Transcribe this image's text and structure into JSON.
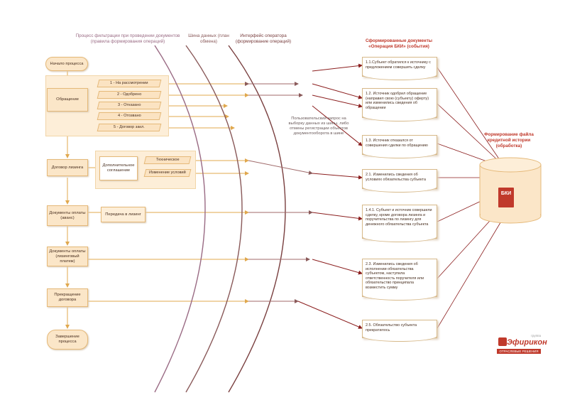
{
  "headers": {
    "filter": "Процесс фильтрации при проведении документов (правила формирования операций)",
    "bus": "Шина данных (план обмена)",
    "operator": "Интерфейс оператора (формирование операций)",
    "docs": "Сформированные документы «Операция БКИ» (события)",
    "bki_file": "Формирование файла кредитной истории (обработка)"
  },
  "flow": {
    "start": "Начало процесса",
    "request": "Обращение",
    "lease": "Договор лизинга",
    "payment_advance": "Документы оплаты (аванс)",
    "payment_lease": "Документы оплаты (лизинговый платеж)",
    "termination": "Прекращение договора",
    "end": "Завершение процесса"
  },
  "statuses": [
    "1 - На рассмотрении",
    "2 - Одобрено",
    "3 - Отказано",
    "4 - Отозвано",
    "5 - Договор закл."
  ],
  "lease_sub": {
    "additional": "Дополнительное соглашение",
    "technical": "Техническое",
    "change": "Изменение условий"
  },
  "transfer": "Передача в лизинг",
  "note": "Пользовательский запрос на выборку данных из шины, либо отмены регистрации объектов документооборота в шине",
  "documents": [
    "1.1.Субъект обратился к источнику с предложением совершить сделку",
    "1.2. Источник одобрил обращение (направил свою (субъекту) оферту) или изменились сведения об обращении",
    "1.3. Источник отказался от совершения сделки по обращению",
    "2.1. Изменились сведения об условиях обязательства субъекта",
    "1.4.1. Субъект и источник совершили сделку, кроме договора лизинга и поручительства по лизингу для денежного обязательства субъекта",
    "2.3. Изменились сведения об исполнении обязательства субъектом, наступила ответственность поручителя или обязательство принципала возместить сумму",
    "2.5. Обязательство субъекта прекратилось"
  ],
  "bki_label": "БКИ",
  "logo": {
    "group": "группа",
    "name": "Эфирикон",
    "tagline": "ОТРАСЛЕВЫЕ РЕШЕНИЯ"
  },
  "colors": {
    "accent": "#c0392b",
    "fill": "#fbe6c8",
    "line": "#e5b979",
    "arc_filter": "#9a6b84",
    "arc_bus": "#8a5a5a",
    "arc_oper": "#7a4040"
  }
}
